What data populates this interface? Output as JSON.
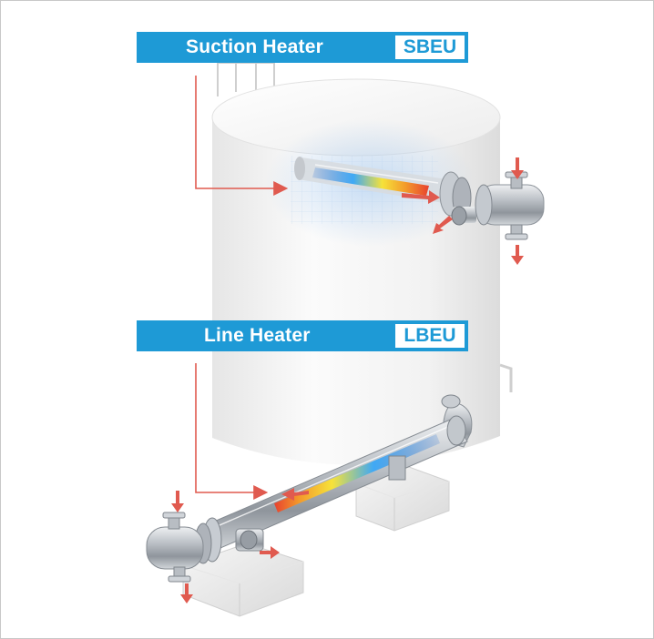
{
  "labels": {
    "suction": {
      "title": "Suction Heater",
      "code": "SBEU"
    },
    "line": {
      "title": "Line Heater",
      "code": "LBEU"
    }
  },
  "colors": {
    "label_bar": "#1e9ad6",
    "arrow": "#e05a4f",
    "tank": "#f4f4f4",
    "steel": "#b8bcc2"
  },
  "icons": [
    "suction-heater-unit",
    "line-heater-unit",
    "storage-tank",
    "flow-arrow"
  ]
}
